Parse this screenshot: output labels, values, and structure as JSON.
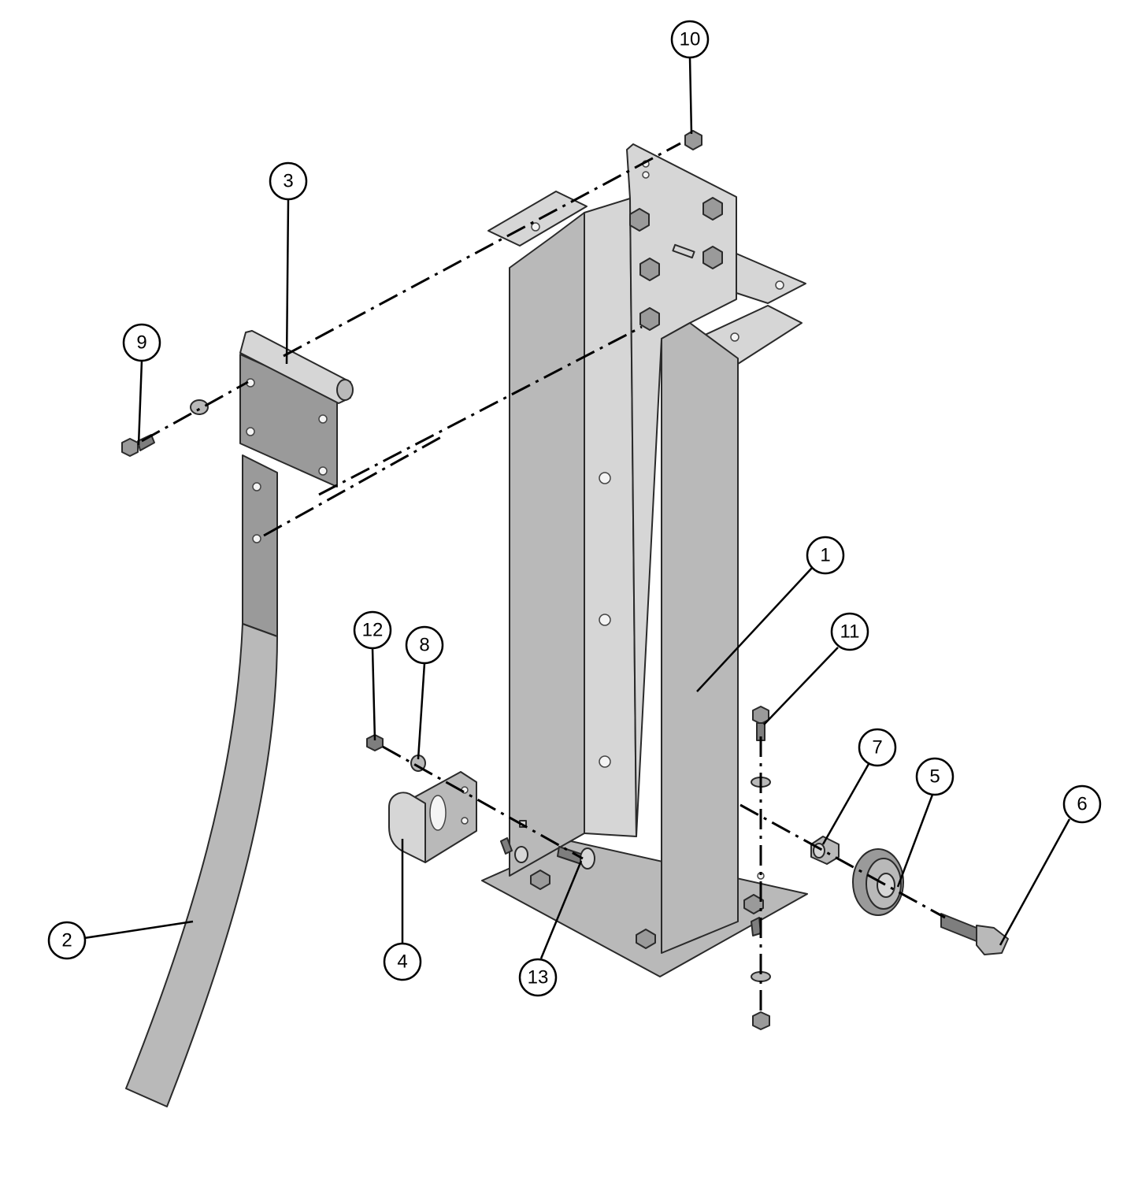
{
  "diagram": {
    "callouts": [
      {
        "id": "1",
        "label": "1"
      },
      {
        "id": "2",
        "label": "2"
      },
      {
        "id": "3",
        "label": "3"
      },
      {
        "id": "4",
        "label": "4"
      },
      {
        "id": "5",
        "label": "5"
      },
      {
        "id": "6",
        "label": "6"
      },
      {
        "id": "7",
        "label": "7"
      },
      {
        "id": "8",
        "label": "8"
      },
      {
        "id": "9",
        "label": "9"
      },
      {
        "id": "10",
        "label": "10"
      },
      {
        "id": "11",
        "label": "11"
      },
      {
        "id": "12",
        "label": "12"
      },
      {
        "id": "13",
        "label": "13"
      }
    ],
    "colors": {
      "metal": "#b9b9b9",
      "metal_light": "#d6d6d6",
      "metal_dark": "#9a9a9a",
      "outline": "#2a2a2a",
      "background": "#ffffff"
    }
  }
}
